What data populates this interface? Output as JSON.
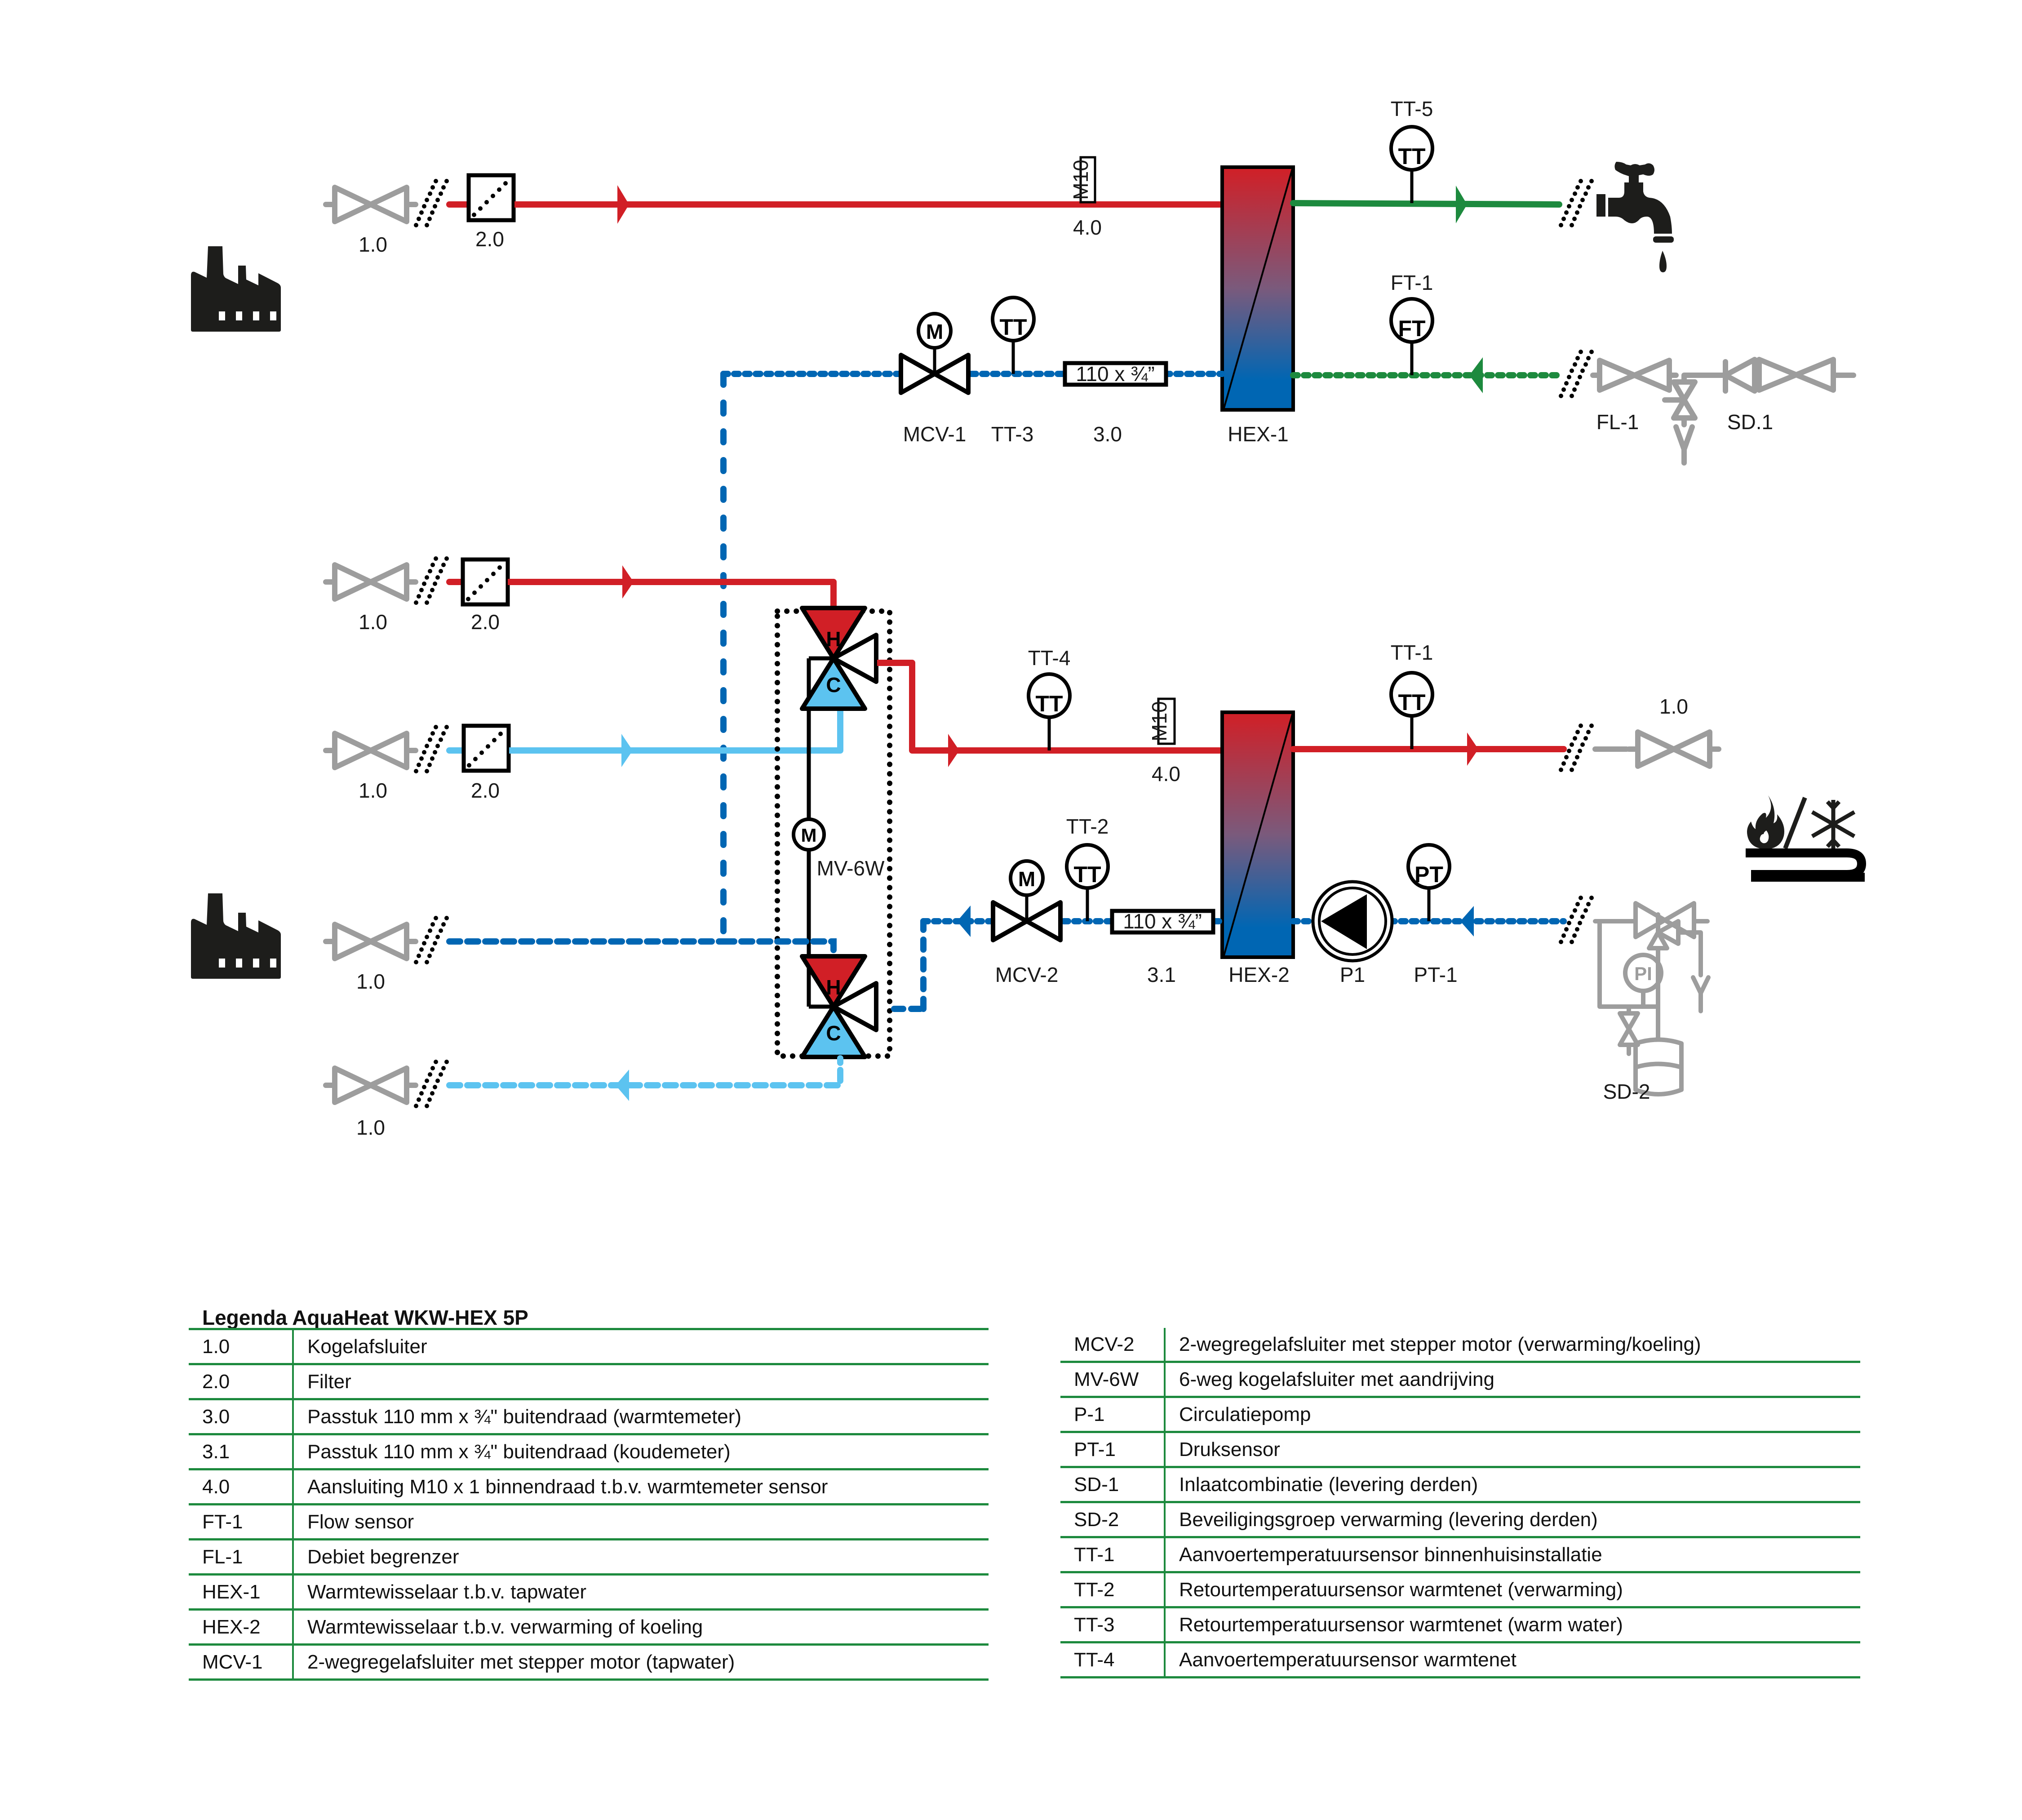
{
  "title": "Legenda AquaHeat WKW-HEX 5P",
  "colors": {
    "hot_supply": "#d11f26",
    "cold_supply": "#5cc3f0",
    "return_blue": "#0066b3",
    "tap_water_green": "#1d8a3e",
    "third_party_gray": "#9d9d9d",
    "black": "#1d1d1b"
  },
  "diagram": {
    "icons": {
      "source_top": "factory-icon",
      "source_bottom": "factory-icon",
      "tap": "water-tap-icon",
      "heating_cooling": "fire-snowflake-floor-heating-icon"
    },
    "labels": {
      "valve_1_0": "1.0",
      "filter_2_0": "2.0",
      "m10_tag": "M10",
      "conn_4_0": "4.0",
      "tt5": "TT-5",
      "tt5_symbol": "TT",
      "ft1": "FT-1",
      "ft1_symbol": "FT",
      "mcv1": "MCV-1",
      "tt3": "TT-3",
      "fit_3_0": "3.0",
      "fit_3_0_text": "110 x ¾”",
      "hex1": "HEX-1",
      "fl1": "FL-1",
      "sd1": "SD.1",
      "motor_symbol": "M",
      "tt_symbol": "TT",
      "mv6w": "MV-6W",
      "hot_port": "H",
      "cold_port": "C",
      "tt4": "TT-4",
      "tt1": "TT-1",
      "tt2": "TT-2",
      "mcv2": "MCV-2",
      "fit_3_1": "3.1",
      "fit_3_1_text": "110 x ¾”",
      "hex2": "HEX-2",
      "p1": "P1",
      "pt1": "PT-1",
      "pt_symbol": "PT",
      "pi_symbol": "PI",
      "sd2": "SD-2"
    }
  },
  "legend": {
    "left": [
      {
        "code": "1.0",
        "desc": "Kogelafsluiter"
      },
      {
        "code": "2.0",
        "desc": "Filter"
      },
      {
        "code": "3.0",
        "desc": "Passtuk 110 mm x ¾\" buitendraad (warmtemeter)"
      },
      {
        "code": "3.1",
        "desc": "Passtuk 110 mm x ¾\" buitendraad (koudemeter)"
      },
      {
        "code": "4.0",
        "desc": "Aansluiting M10 x 1 binnendraad t.b.v. warmtemeter sensor"
      },
      {
        "code": "FT-1",
        "desc": "Flow sensor"
      },
      {
        "code": "FL-1",
        "desc": "Debiet begrenzer"
      },
      {
        "code": "HEX-1",
        "desc": "Warmtewisselaar t.b.v. tapwater"
      },
      {
        "code": "HEX-2",
        "desc": "Warmtewisselaar t.b.v. verwarming of koeling"
      },
      {
        "code": "MCV-1",
        "desc": "2-wegregelafsluiter met stepper motor (tapwater)"
      }
    ],
    "right": [
      {
        "code": "MCV-2",
        "desc": "2-wegregelafsluiter met stepper motor (verwarming/koeling)"
      },
      {
        "code": "MV-6W",
        "desc": "6-weg kogelafsluiter met aandrijving"
      },
      {
        "code": "P-1",
        "desc": "Circulatiepomp"
      },
      {
        "code": "PT-1",
        "desc": "Druksensor"
      },
      {
        "code": "SD-1",
        "desc": "Inlaatcombinatie (levering derden)"
      },
      {
        "code": "SD-2",
        "desc": "Beveiligingsgroep verwarming (levering derden)"
      },
      {
        "code": "TT-1",
        "desc": "Aanvoertemperatuursensor binnenhuisinstallatie"
      },
      {
        "code": "TT-2",
        "desc": "Retourtemperatuursensor warmtenet (verwarming)"
      },
      {
        "code": "TT-3",
        "desc": "Retourtemperatuursensor warmtenet (warm water)"
      },
      {
        "code": "TT-4",
        "desc": "Aanvoertemperatuursensor warmtenet"
      }
    ]
  }
}
